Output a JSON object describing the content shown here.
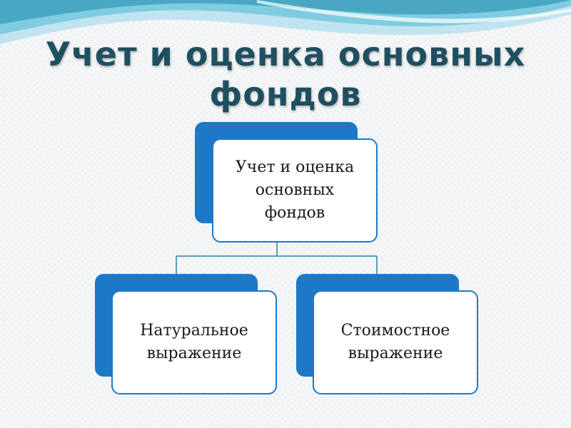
{
  "slide": {
    "title": "Учет и оценка основных\nфондов"
  },
  "diagram": {
    "root": "Учет и оценка\nосновных\nфондов",
    "children": [
      "Натуральное\nвыражение",
      "Стоимостное\nвыражение"
    ]
  },
  "colors": {
    "accent": "#1e78c8",
    "title": "#1f4f60",
    "wave_dark": "#49a7c4",
    "wave_light": "#bfe4ef"
  }
}
